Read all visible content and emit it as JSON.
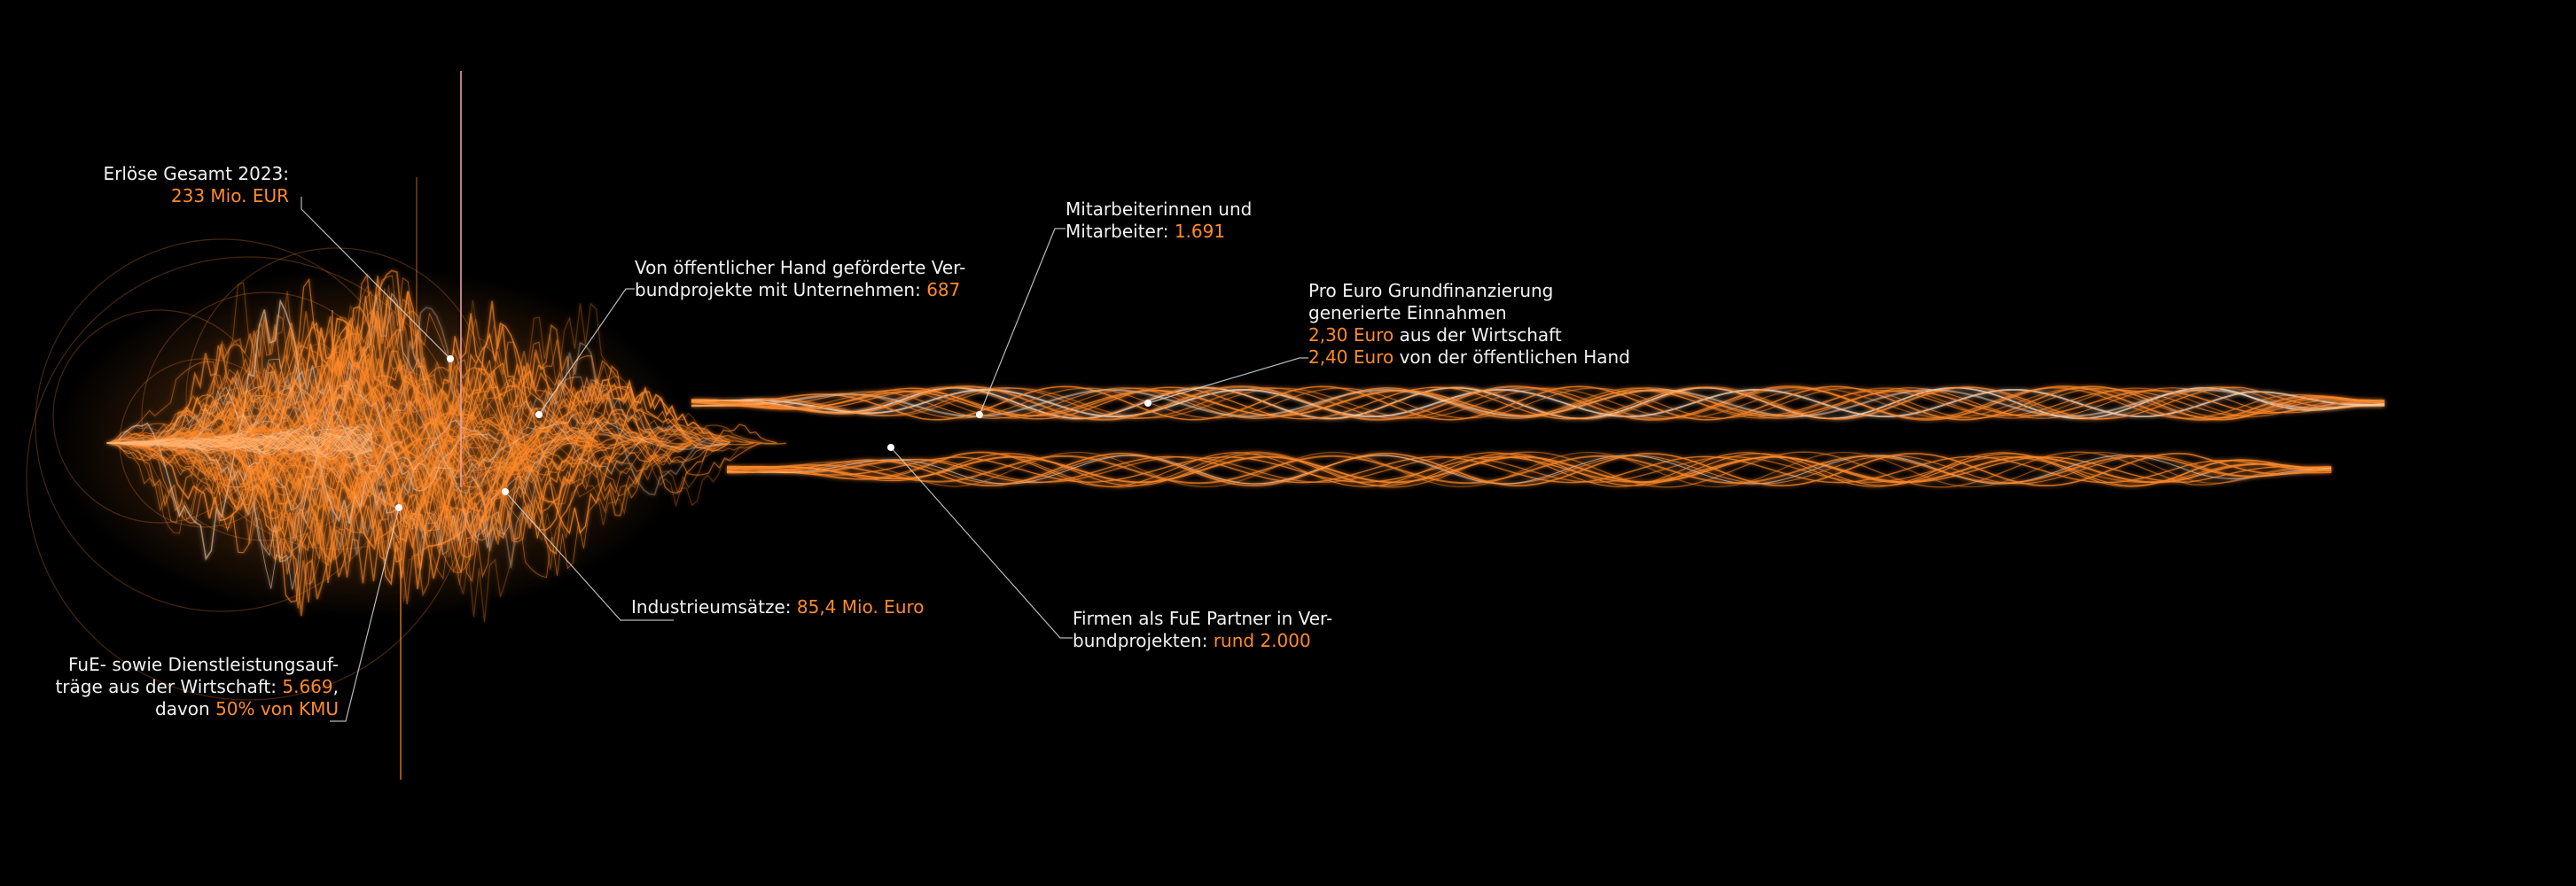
{
  "colors": {
    "background": "#000000",
    "accent": "#ff8a2a",
    "text": "#f2f2f2",
    "leader": "#d8d8d8"
  },
  "annotations": {
    "erloese": {
      "line1": "Erlöse Gesamt 2023:",
      "value": "233 Mio. EUR"
    },
    "verbund": {
      "line1": "Von öffentlicher Hand geförderte Ver-",
      "line2": "bundprojekte mit Unternehmen: ",
      "value": "687"
    },
    "mitarbeiter": {
      "line1": "Mitarbeiterinnen und",
      "line2": "Mitarbeiter: ",
      "value": "1.691"
    },
    "proeuro": {
      "line1": "Pro Euro Grundfinanzierung",
      "line2": "generierte Einnahmen",
      "value1": "2,30 Euro",
      "text1": " aus der Wirtschaft",
      "value2": "2,40 Euro",
      "text2": " von der öffentlichen Hand"
    },
    "industrie": {
      "line1": "Industrieumsätze: ",
      "value": "85,4 Mio. Euro"
    },
    "firmen": {
      "line1": "Firmen als FuE Partner in Ver-",
      "line2": "bundprojekten: ",
      "value": "rund 2.000"
    },
    "fue": {
      "line1": "FuE- sowie Dienstleistungsauf-",
      "line2": "träge aus der Wirtschaft: ",
      "value1": "5.669",
      "sep": ",",
      "line3": "davon ",
      "value2": "50% von KMU"
    }
  }
}
